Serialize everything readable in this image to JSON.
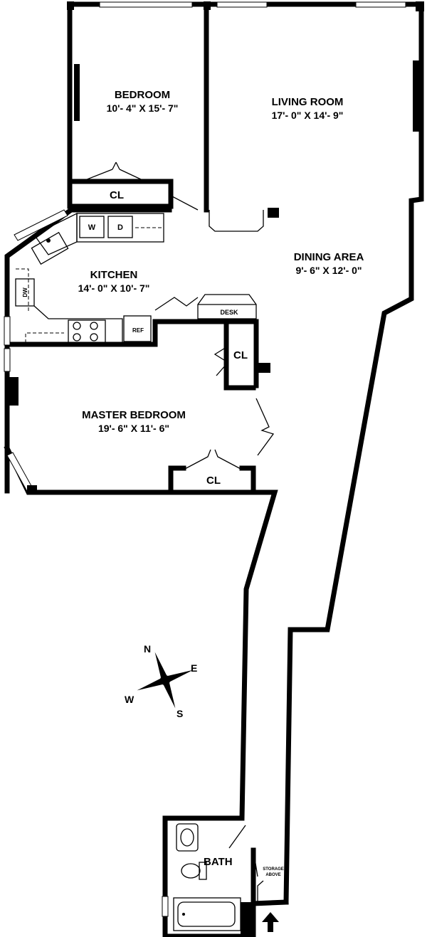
{
  "rooms": {
    "bedroom": {
      "name": "BEDROOM",
      "dims": "10'- 4\" X 15'- 7\""
    },
    "living_room": {
      "name": "LIVING ROOM",
      "dims": "17'- 0\" X 14'- 9\""
    },
    "dining_area": {
      "name": "DINING AREA",
      "dims": "9'- 6\" X 12'- 0\""
    },
    "kitchen": {
      "name": "KITCHEN",
      "dims": "14'- 0\" X 10'- 7\""
    },
    "master_bedroom": {
      "name": "MASTER BEDROOM",
      "dims": "19'- 6\" X 11'- 6\""
    },
    "bath": {
      "name": "BATH"
    }
  },
  "closets": {
    "bedroom_closet": "CL",
    "hall_closet": "CL",
    "master_closet": "CL"
  },
  "fixtures": {
    "washer": "W",
    "dryer": "D",
    "dishwasher": "DW",
    "refrigerator": "REF",
    "desk": "DESK",
    "storage_line1": "STORAGE",
    "storage_line2": "ABOVE"
  },
  "compass": {
    "n": "N",
    "e": "E",
    "s": "S",
    "w": "W"
  }
}
